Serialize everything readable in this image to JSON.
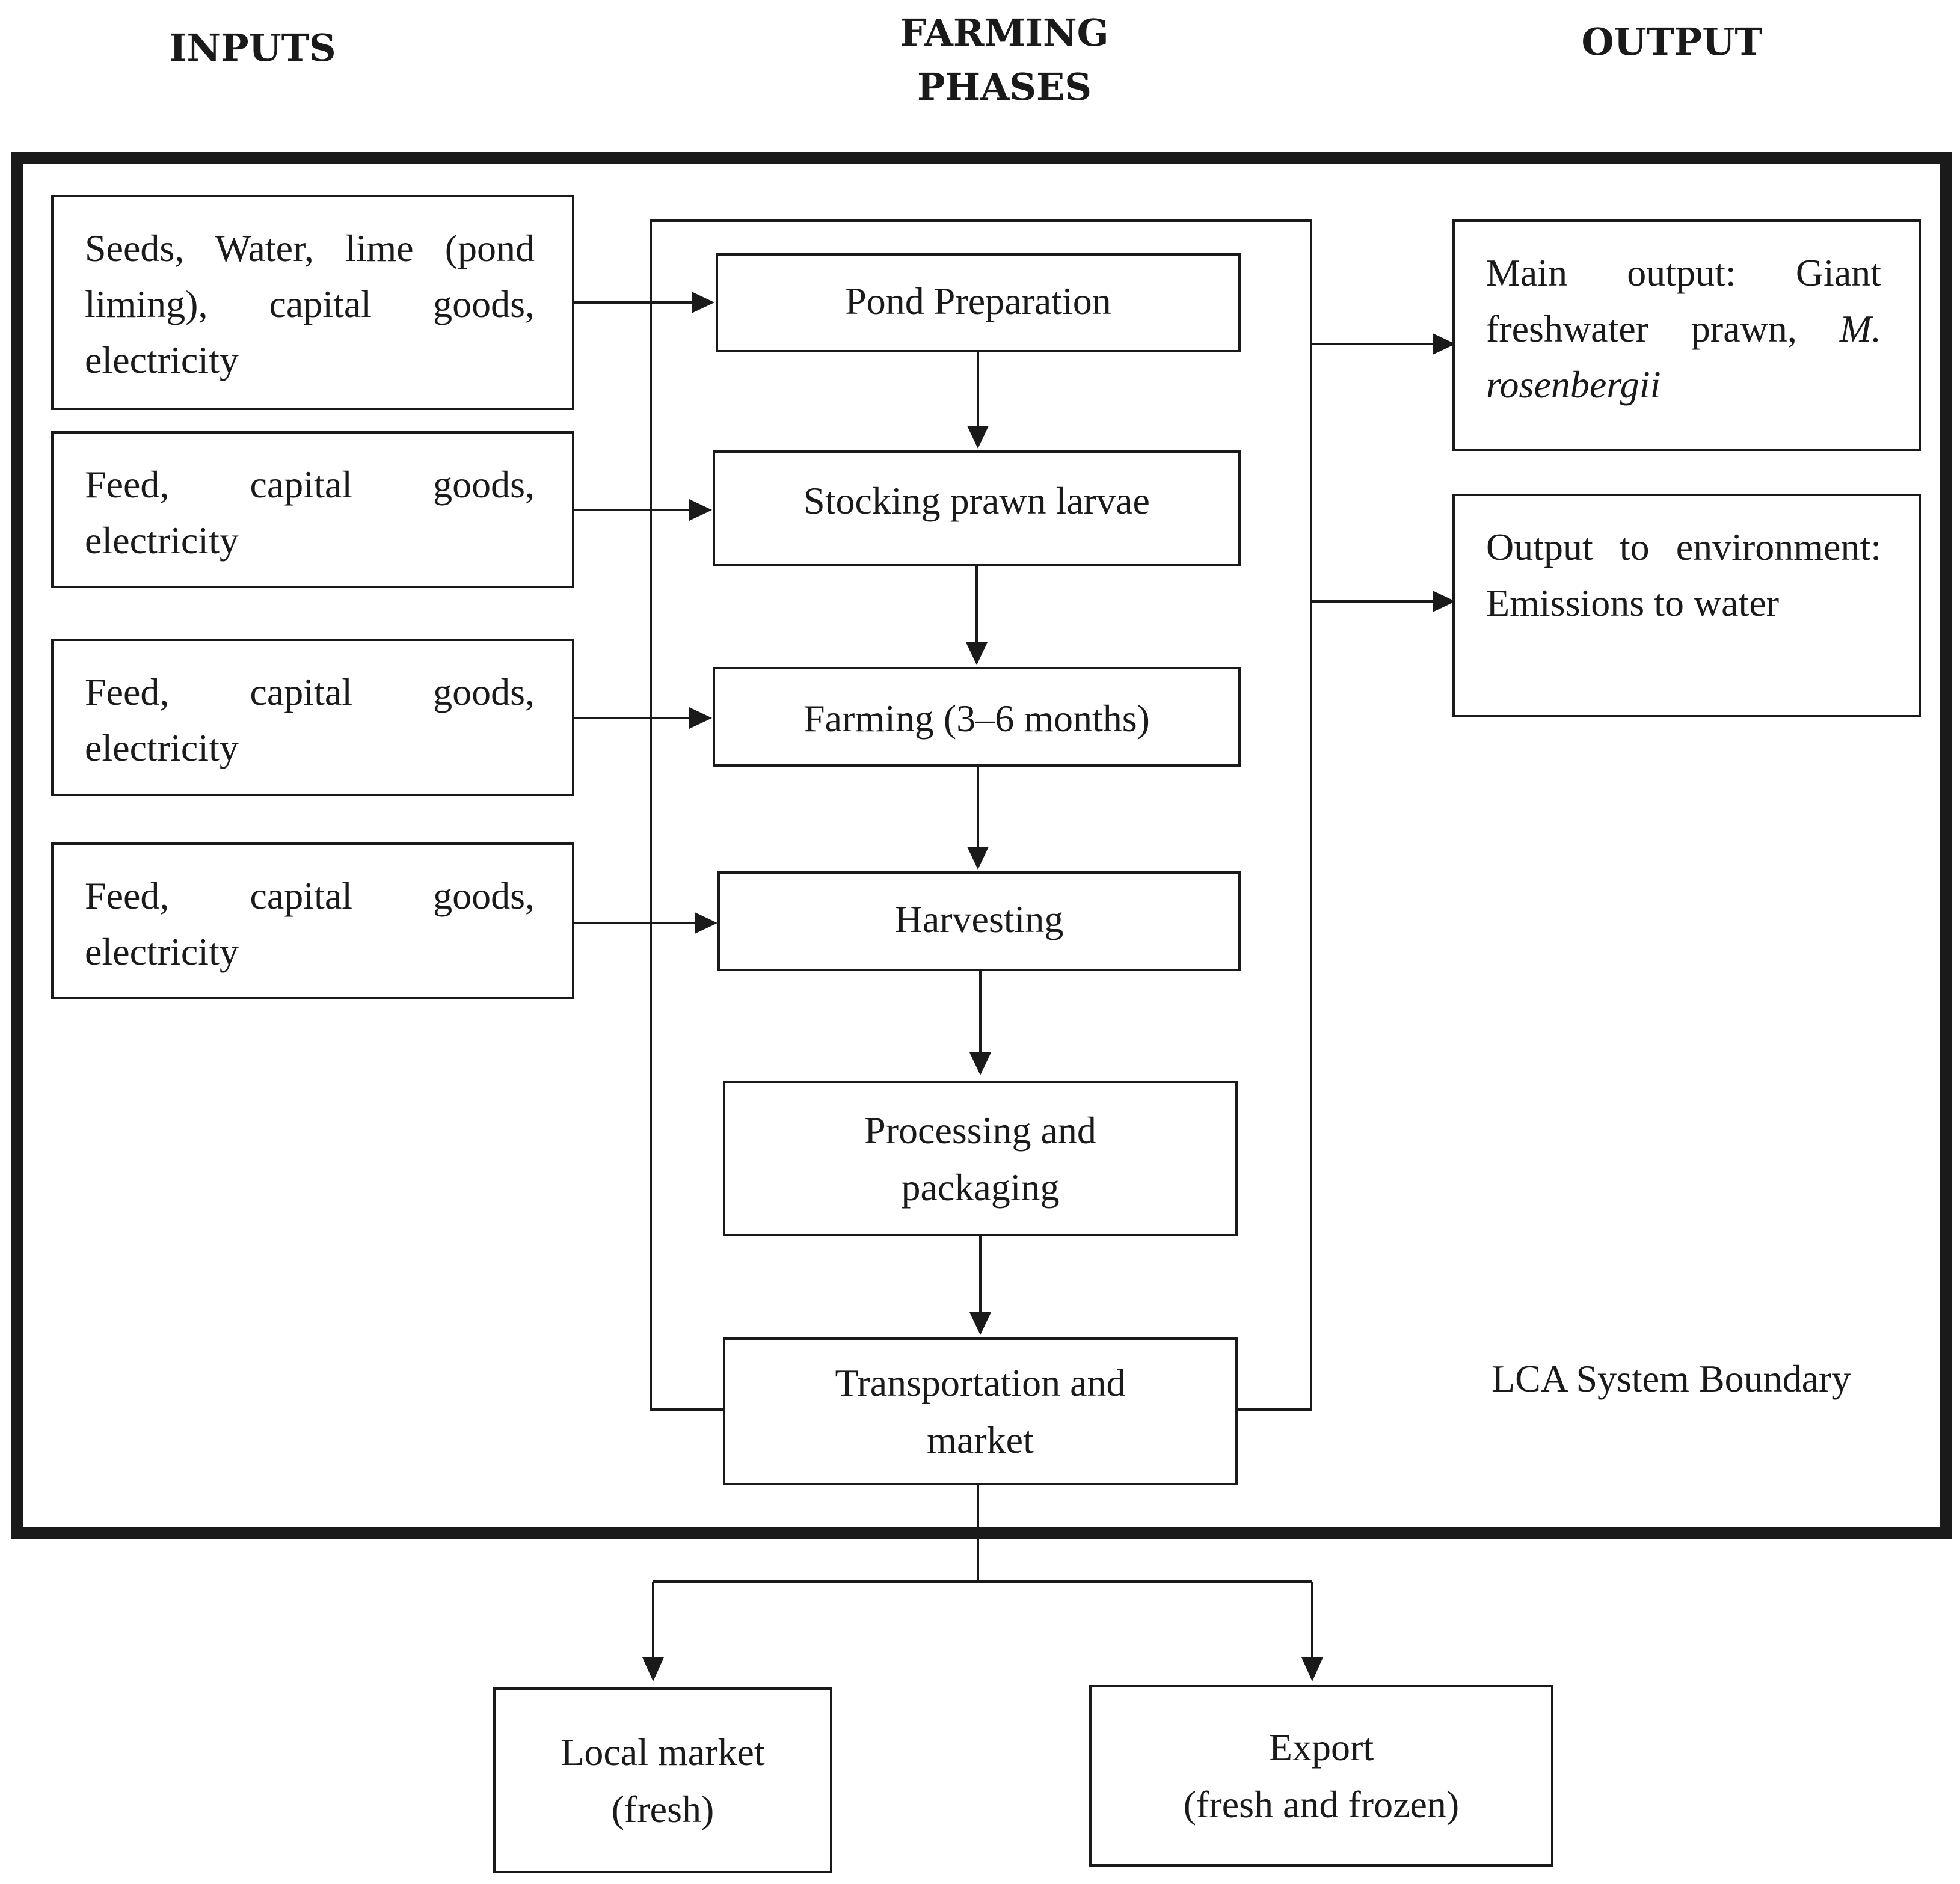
{
  "headers": {
    "inputs": "INPUTS",
    "phases": [
      "FARMING",
      "PHASES"
    ],
    "output": "OUTPUT"
  },
  "inputs": [
    "Seeds, Water, lime (pond liming), capital goods, electricity",
    "Feed, capital goods, electricity",
    "Feed, capital goods, electricity",
    "Feed, capital goods, electricity"
  ],
  "phases": [
    "Pond Preparation",
    "Stocking prawn larvae",
    "Farming (3–6 months)",
    "Harvesting",
    "Processing and packaging",
    "Transportation and market"
  ],
  "outputs": {
    "main_prefix": "Main output: Giant freshwater prawn, ",
    "main_species": "M. rosenbergii",
    "environment": "Output to environment: Emissions to water"
  },
  "boundary_label": "LCA System Boundary",
  "markets": {
    "local": [
      "Local market",
      "(fresh)"
    ],
    "export": [
      "Export",
      "(fresh and frozen)"
    ]
  }
}
